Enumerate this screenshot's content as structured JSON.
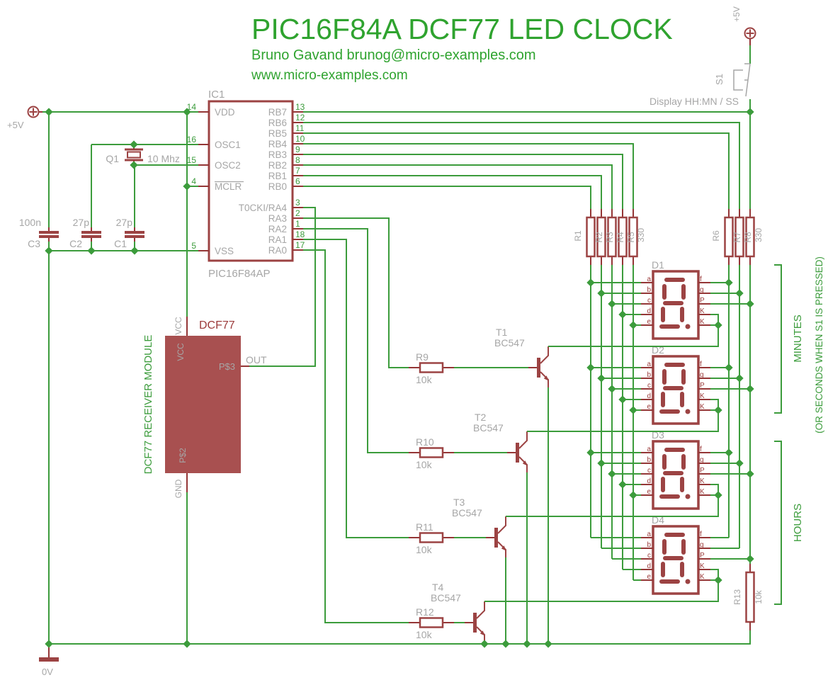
{
  "title": {
    "heading": "PIC16F84A DCF77 LED CLOCK",
    "author": "Bruno Gavand brunog@micro-examples.com",
    "website": "www.micro-examples.com"
  },
  "power": {
    "left": "+5V",
    "ground": "0V"
  },
  "ic1": {
    "ref": "IC1",
    "part": "PIC16F84AP",
    "left_pins": [
      {
        "num": "14",
        "name": "VDD"
      },
      {
        "num": "16",
        "name": "OSC1"
      },
      {
        "num": "15",
        "name": "OSC2"
      },
      {
        "num": "4",
        "name": "MCLR"
      },
      {
        "num": "5",
        "name": "VSS"
      }
    ],
    "right_pins": [
      {
        "num": "13",
        "name": "RB7"
      },
      {
        "num": "12",
        "name": "RB6"
      },
      {
        "num": "11",
        "name": "RB5"
      },
      {
        "num": "10",
        "name": "RB4"
      },
      {
        "num": "9",
        "name": "RB3"
      },
      {
        "num": "8",
        "name": "RB2"
      },
      {
        "num": "7",
        "name": "RB1"
      },
      {
        "num": "6",
        "name": "RB0"
      },
      {
        "num": "3",
        "name": "T0CKI/RA4"
      },
      {
        "num": "2",
        "name": "RA3"
      },
      {
        "num": "1",
        "name": "RA2"
      },
      {
        "num": "18",
        "name": "RA1"
      },
      {
        "num": "17",
        "name": "RA0"
      }
    ]
  },
  "crystal": {
    "ref": "Q1",
    "value": "10 Mhz"
  },
  "capacitors": [
    {
      "ref": "C3",
      "value": "100n"
    },
    {
      "ref": "C2",
      "value": "27p"
    },
    {
      "ref": "C1",
      "value": "27p"
    }
  ],
  "dcf77": {
    "name": "DCF77",
    "side_label": "DCF77 RECEIVER MODULE",
    "vcc": "VCC",
    "out": "OUT",
    "gnd": "GND",
    "p3": "P$3",
    "p2": "P$2"
  },
  "transistors": [
    {
      "ref": "T1",
      "part": "BC547"
    },
    {
      "ref": "T2",
      "part": "BC547"
    },
    {
      "ref": "T3",
      "part": "BC547"
    },
    {
      "ref": "T4",
      "part": "BC547"
    }
  ],
  "base_resistors": [
    {
      "ref": "R9",
      "value": "10k"
    },
    {
      "ref": "R10",
      "value": "10k"
    },
    {
      "ref": "R11",
      "value": "10k"
    },
    {
      "ref": "R12",
      "value": "10k"
    }
  ],
  "seg_left": {
    "refs": [
      "R1",
      "R2",
      "R3",
      "R4",
      "R5"
    ],
    "value": "330"
  },
  "seg_right": {
    "refs": [
      "R6",
      "R7",
      "R8"
    ],
    "value": "330"
  },
  "r13": {
    "ref": "R13",
    "value": "10k"
  },
  "s1": {
    "ref": "S1",
    "caption": "Display HH:MN / SS",
    "supply": "+5V"
  },
  "displays": {
    "refs": [
      "D1",
      "D2",
      "D3",
      "D4"
    ],
    "left_pins": [
      "a",
      "b",
      "c",
      "d",
      "e"
    ],
    "right_pins": [
      "f",
      "g",
      "P",
      "K",
      "K"
    ]
  },
  "brackets": {
    "minutes": "MINUTES",
    "minutes_note": "(OR SECONDS WHEN S1 IS PRESSED)",
    "hours": "HOURS"
  },
  "colors": {
    "wire_green": "#3c9c3c",
    "component_red": "#9c4343",
    "module_fill": "#a85050",
    "label_gray": "#a6a6a6",
    "title_green": "#2fa32f"
  }
}
